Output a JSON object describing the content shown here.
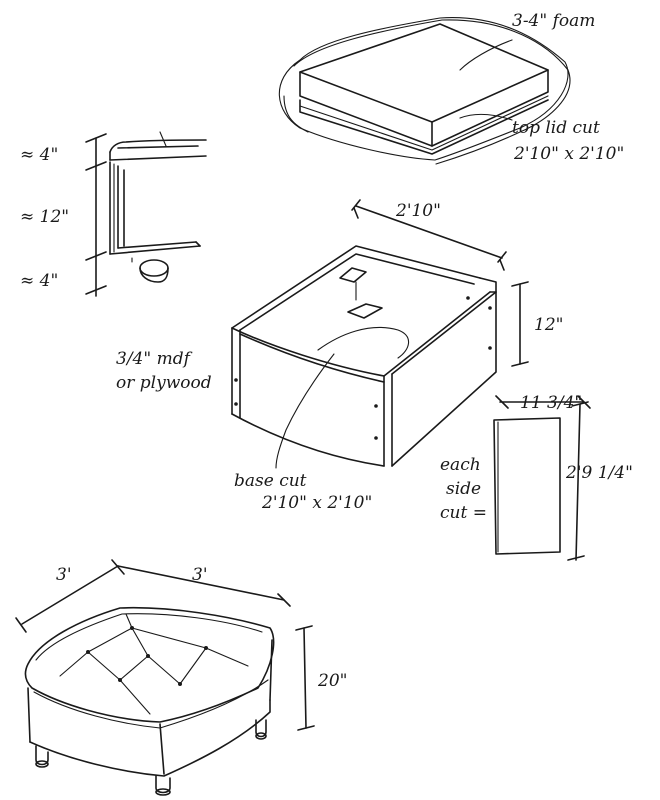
{
  "cushion": {
    "foam_label": "3-4\" foam",
    "lid_label_line1": "top lid cut",
    "lid_label_line2": "2'10\" x 2'10\""
  },
  "side_profile": {
    "dim_top": "≈ 4\"",
    "dim_middle": "≈ 12\"",
    "dim_bottom": "≈ 4\""
  },
  "box": {
    "width_label": "2'10\"",
    "height_label": "12\"",
    "material_line1": "3/4\" mdf",
    "material_line2": "or plywood",
    "base_line1": "base cut",
    "base_line2": "2'10\" x 2'10\""
  },
  "side_panel": {
    "width_label": "11 3/4\"",
    "height_label": "2'9 1/4\"",
    "caption_line1": "each",
    "caption_line2": "side",
    "caption_line3": "cut ="
  },
  "ottoman": {
    "depth_label": "3'",
    "width_label": "3'",
    "height_label": "20\""
  }
}
